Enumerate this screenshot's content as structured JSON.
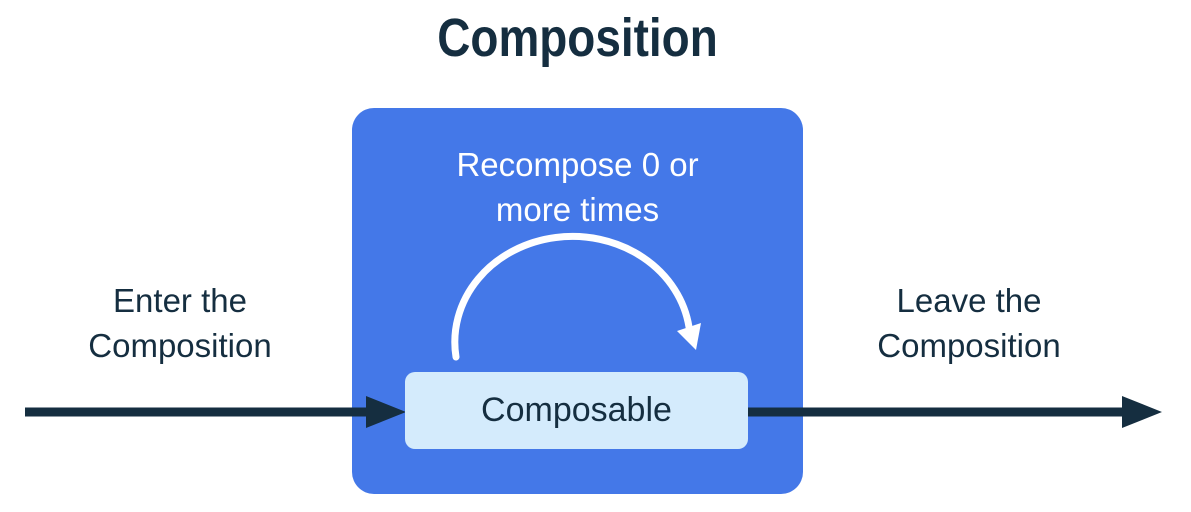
{
  "diagram": {
    "title": "Composition",
    "outer_labels": {
      "enter": {
        "line1": "Enter the",
        "line2": "Composition"
      },
      "leave": {
        "line1": "Leave the",
        "line2": "Composition"
      }
    },
    "composition_box": {
      "recompose_line1": "Recompose 0 or",
      "recompose_line2": "more times",
      "composable_label": "Composable"
    },
    "icons": {
      "enter_arrow": "horizontal-arrow-into-composition",
      "leave_arrow": "horizontal-arrow-out-of-composition",
      "recompose_arc": "curved-loop-arrow-over-composable"
    }
  },
  "colors": {
    "ink": "#152E40",
    "composition_box_blue": "#4478E8",
    "composable_box_light_blue": "#D4EBFC",
    "arc_arrow_white": "#FFFFFF",
    "background": "#FFFFFF"
  }
}
